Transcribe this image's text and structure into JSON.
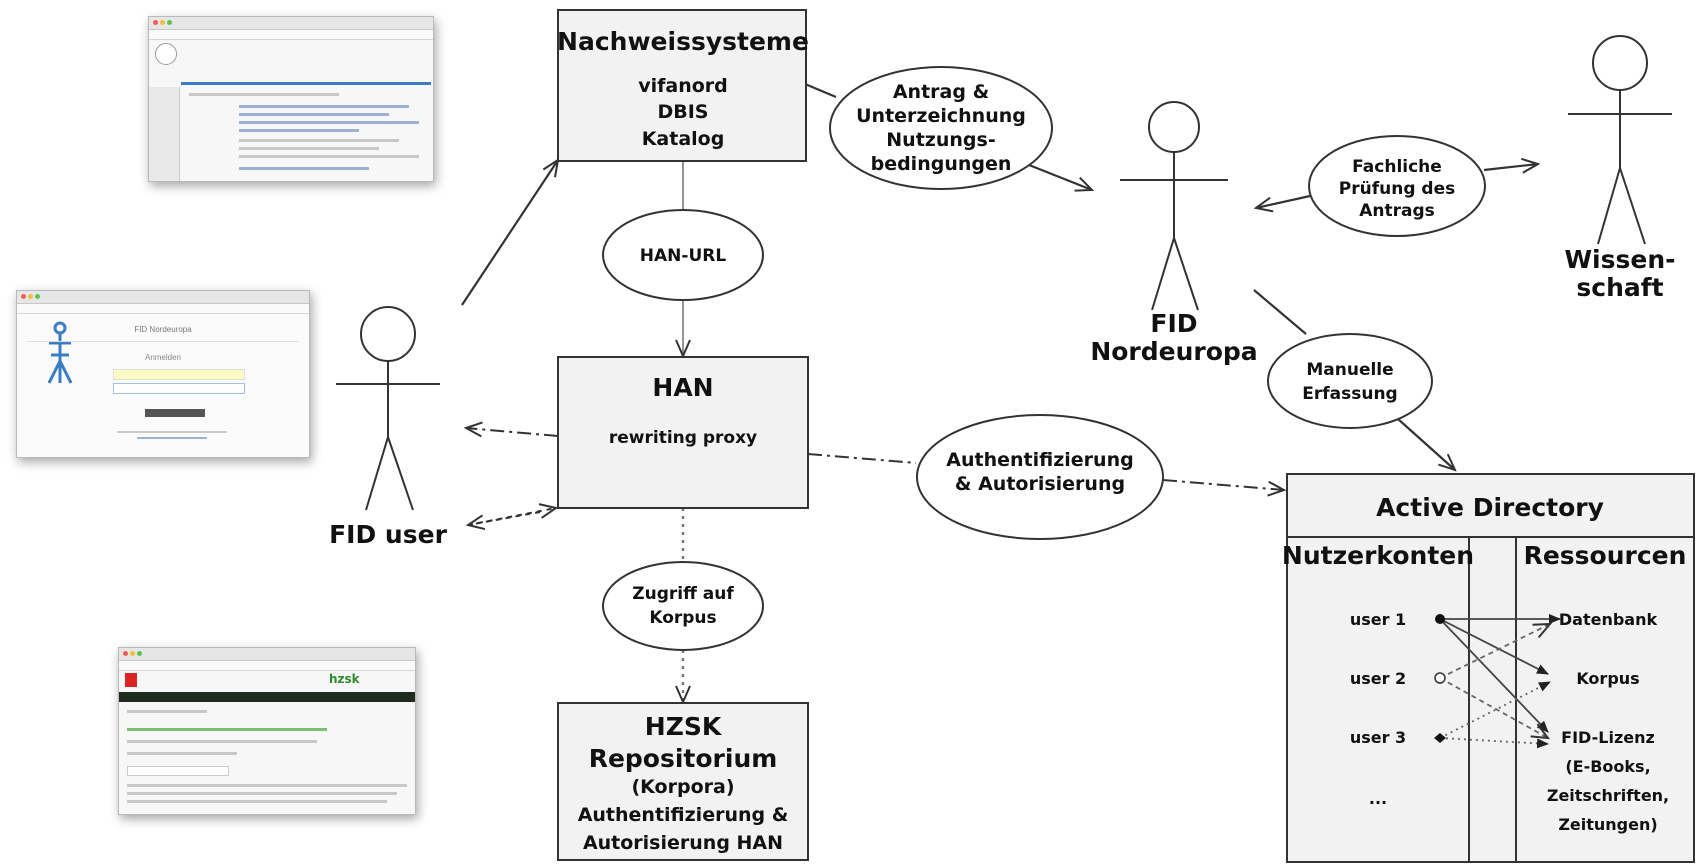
{
  "colors": {
    "box_fill": "#f2f2f2",
    "stroke": "#333333",
    "accent_green": "#2e8b2e",
    "accent_blue": "#3a7dc4"
  },
  "boxes": {
    "nachweis": {
      "title": "Nachweissysteme",
      "lines": [
        "vifanord",
        "DBIS",
        "Katalog"
      ]
    },
    "han": {
      "title": "HAN",
      "subtitle": "rewriting proxy"
    },
    "hzsk": {
      "lines": [
        "HZSK",
        "Repositorium",
        "(Korpora)",
        "Authentifizierung &",
        "Autorisierung HAN"
      ]
    },
    "ad": {
      "title": "Active Directory",
      "left_header": "Nutzerkonten",
      "right_header": "Ressourcen",
      "users": [
        "user 1",
        "user 2",
        "user 3",
        "..."
      ],
      "resources": [
        "Datenbank",
        "Korpus",
        "FID-Lizenz",
        "(E-Books,",
        "Zeitschriften,",
        "Zeitungen)"
      ]
    }
  },
  "ellipses": {
    "antrag": [
      "Antrag &",
      "Unterzeichnung",
      "Nutzungs-",
      "bedingungen"
    ],
    "hanurl": [
      "HAN-URL"
    ],
    "zugriff": [
      "Zugriff auf",
      "Korpus"
    ],
    "auth": [
      "Authentifizierung",
      "& Autorisierung"
    ],
    "pruefung": [
      "Fachliche",
      "Prüfung des",
      "Antrags"
    ],
    "erfassung": [
      "Manuelle",
      "Erfassung"
    ]
  },
  "actors": {
    "user": [
      "FID user"
    ],
    "nordeuropa": [
      "FID",
      "Nordeuropa"
    ],
    "wissenschaft": [
      "Wissen-",
      "schaft"
    ]
  },
  "thumbnails": {
    "login": {
      "heading": "FID Nordeuropa",
      "form_title": "Anmelden"
    },
    "hzsk": {
      "brand": "hzsk"
    }
  }
}
